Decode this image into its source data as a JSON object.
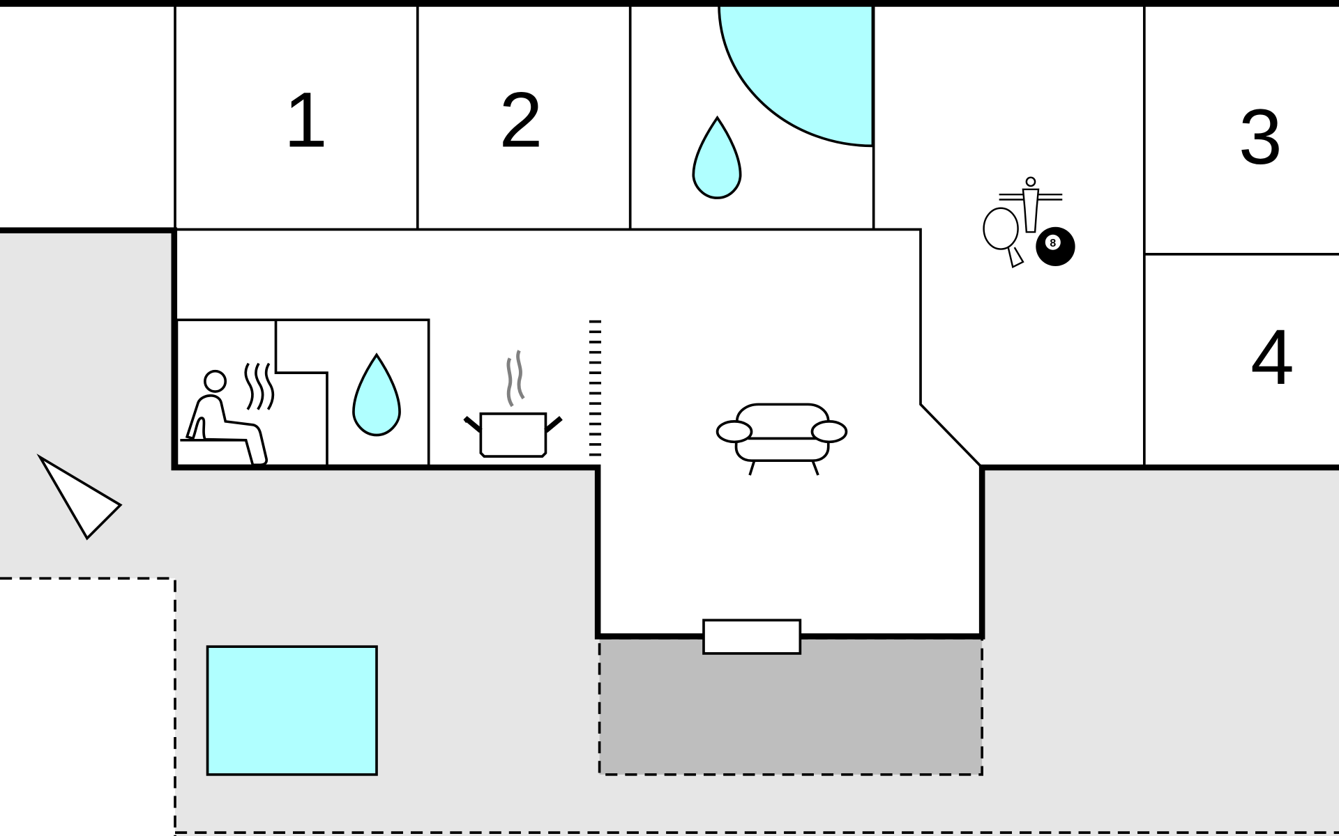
{
  "floorplan": {
    "rooms": [
      {
        "label": "1"
      },
      {
        "label": "2"
      },
      {
        "label": "3"
      },
      {
        "label": "4"
      }
    ],
    "billiard_ball_label": "8",
    "icons": [
      "shower-icon",
      "sauna-icon",
      "kitchen-icon",
      "sofa-icon",
      "table-football-icon",
      "table-tennis-icon",
      "billiard-icon",
      "compass-icon",
      "pool-icon",
      "stairs-icon"
    ],
    "colors": {
      "water": "#b0ffff",
      "outdoor": "#e6e6e6",
      "terrace": "#bebebe",
      "wall": "#000000"
    }
  }
}
